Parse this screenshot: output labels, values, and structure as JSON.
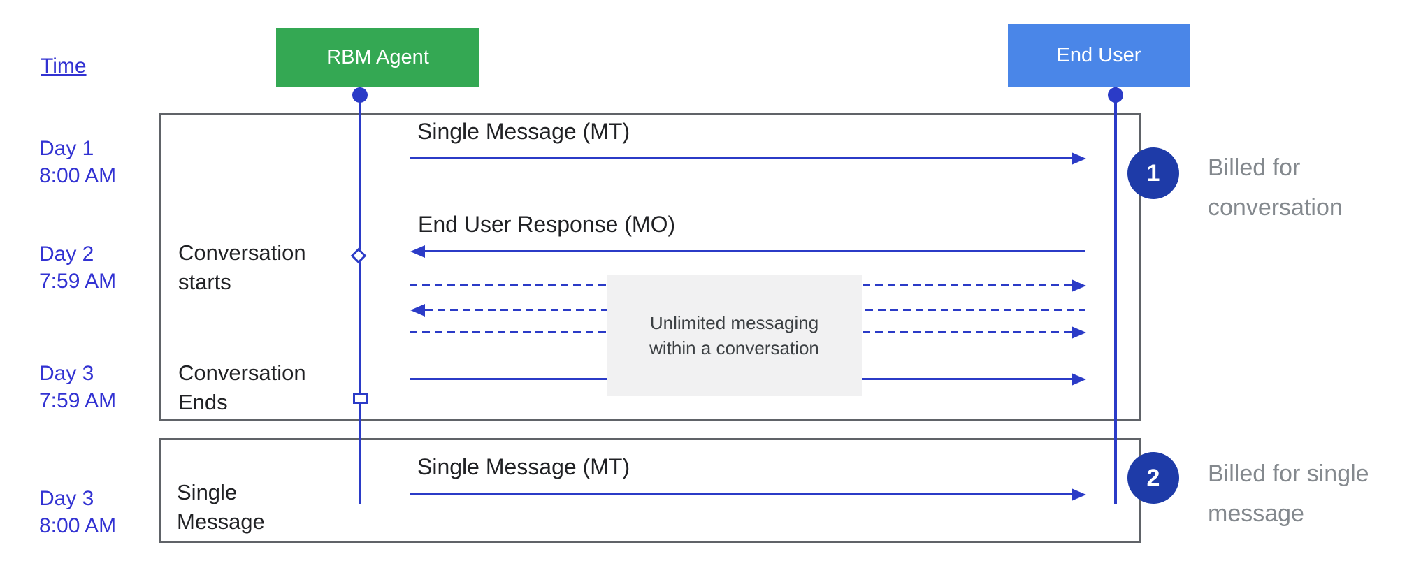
{
  "time_column": {
    "header": "Time",
    "entries": [
      {
        "day": "Day 1",
        "time": "8:00 AM"
      },
      {
        "day": "Day 2",
        "time": "7:59 AM"
      },
      {
        "day": "Day 3",
        "time": "7:59 AM"
      },
      {
        "day": "Day 3",
        "time": "8:00 AM"
      }
    ]
  },
  "actors": {
    "rbm_agent": {
      "label": "RBM Agent",
      "color": "#34a853"
    },
    "end_user": {
      "label": "End User",
      "color": "#4a86e8"
    }
  },
  "phases": {
    "conversation_starts": {
      "line1": "Conversation",
      "line2": "starts"
    },
    "conversation_ends": {
      "line1": "Conversation",
      "line2": "Ends"
    },
    "single_message": {
      "line1": "Single",
      "line2": "Message"
    }
  },
  "messages": {
    "mt_top": {
      "label": "Single Message (MT)",
      "direction": "right",
      "style": "solid"
    },
    "mo_response": {
      "label": "End User Response (MO)",
      "direction": "left",
      "style": "solid"
    },
    "dashed_1": {
      "label": "",
      "direction": "right",
      "style": "dashed"
    },
    "dashed_2": {
      "label": "",
      "direction": "left",
      "style": "dashed"
    },
    "dashed_3": {
      "label": "",
      "direction": "right",
      "style": "dashed"
    },
    "mt_day3": {
      "label": "",
      "direction": "right",
      "style": "solid"
    },
    "mt_bottom": {
      "label": "Single Message (MT)",
      "direction": "right",
      "style": "solid"
    }
  },
  "note": {
    "line1": "Unlimited messaging",
    "line2": "within a conversation"
  },
  "billing_annotations": [
    {
      "badge": "1",
      "line1": "Billed for",
      "line2": "conversation"
    },
    {
      "badge": "2",
      "line1": "Billed for single",
      "line2": "message"
    }
  ],
  "colors": {
    "agent_green": "#34a853",
    "user_blue": "#4a86e8",
    "line_blue": "#2b3bc7",
    "label_blue": "#3232d2",
    "badge_navy": "#1e3ba8",
    "annotation_gray": "#84898e",
    "frame_border": "#606368",
    "note_background": "#f1f1f2"
  }
}
